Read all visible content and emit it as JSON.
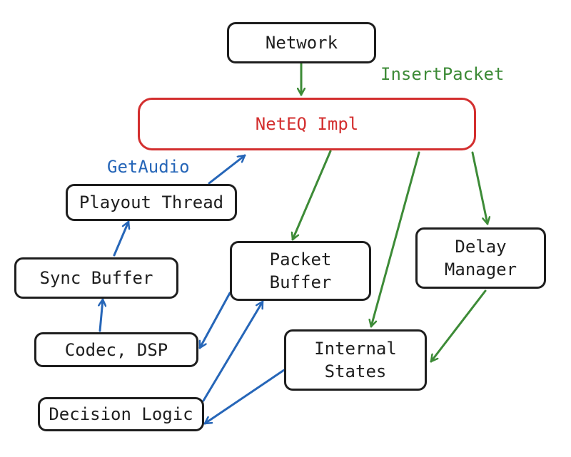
{
  "nodes": {
    "network": "Network",
    "neteq_impl": "NetEQ Impl",
    "playout_thread": "Playout Thread",
    "sync_buffer": "Sync Buffer",
    "codec_dsp": "Codec, DSP",
    "decision_logic": "Decision Logic",
    "packet_buffer": "Packet\nBuffer",
    "delay_manager": "Delay\nManager",
    "internal_states": "Internal\nStates"
  },
  "edge_labels": {
    "insert_packet": "InsertPacket",
    "get_audio": "GetAudio"
  },
  "colors": {
    "ink": "#1e1e1e",
    "impl": "#d32f2f",
    "green": "#3d8b37",
    "blue": "#2666b8"
  }
}
